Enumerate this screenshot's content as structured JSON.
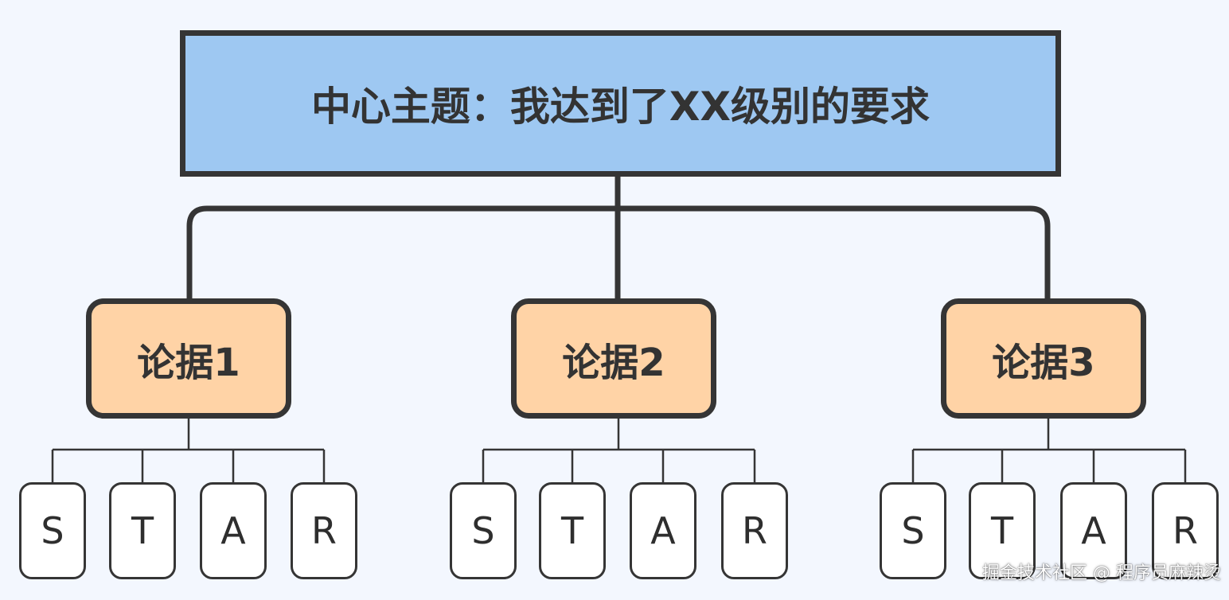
{
  "root": {
    "label": "中心主题：我达到了XX级别的要求"
  },
  "arguments": [
    {
      "label": "论据1",
      "leaves": [
        "S",
        "T",
        "A",
        "R"
      ]
    },
    {
      "label": "论据2",
      "leaves": [
        "S",
        "T",
        "A",
        "R"
      ]
    },
    {
      "label": "论据3",
      "leaves": [
        "S",
        "T",
        "A",
        "R"
      ]
    }
  ],
  "watermark": "掘金技术社区 @ 程序员麻辣烫",
  "colors": {
    "background": "#f3f7fe",
    "root_fill": "#9ec8f2",
    "argument_fill": "#ffd3a6",
    "leaf_fill": "#ffffff",
    "stroke": "#353535"
  }
}
